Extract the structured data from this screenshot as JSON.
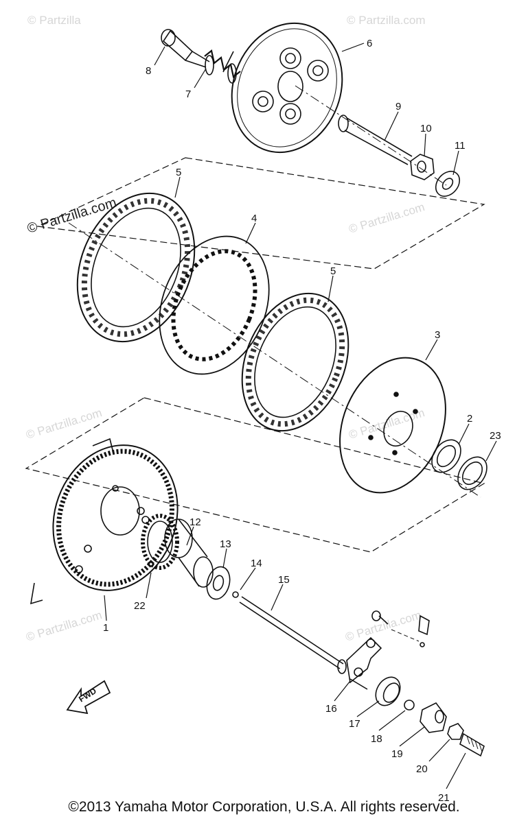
{
  "diagram": {
    "part_labels": [
      "8",
      "7",
      "6",
      "9",
      "10",
      "11",
      "5",
      "4",
      "5",
      "3",
      "2",
      "23",
      "12",
      "13",
      "14",
      "15",
      "22",
      "1",
      "16",
      "17",
      "18",
      "19",
      "20",
      "21"
    ],
    "watermark": "© Partzilla.com",
    "watermark_short": "© Partzilla",
    "direction_label": "FWD",
    "copyright": "©2013 Yamaha Motor Corporation, U.S.A. All rights reserved."
  }
}
